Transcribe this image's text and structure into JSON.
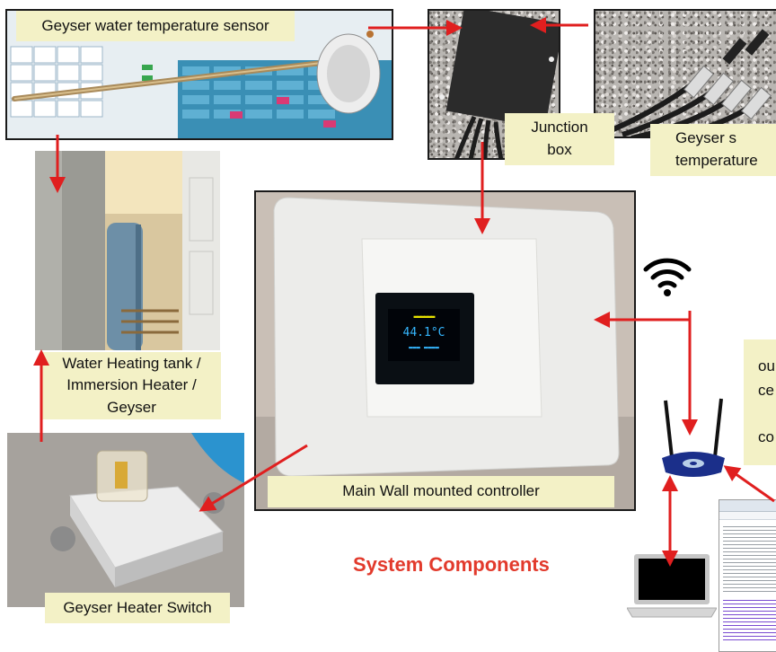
{
  "labels": {
    "sensor": "Geyser water temperature sensor",
    "junction": "Junction\nbox",
    "sensors_right": "Geyser s\ntemperature",
    "tank": "Water Heating tank /\nImmersion Heater /\nGeyser",
    "controller": "Main Wall mounted controller",
    "switch": "Geyser Heater Switch",
    "side_note": "ou\nce\n\nco"
  },
  "title": "System Components",
  "oled": {
    "top_line": "▬▬▬▬▬▬",
    "temperature": "44.1°C",
    "bottom_line": "▬▬▬ ▬▬▬▬"
  },
  "colors": {
    "arrow": "#e01f1f",
    "label_bg": "#f3f1c6",
    "title": "#e23a2c"
  },
  "icons": [
    "wifi-icon",
    "router-icon",
    "laptop-icon"
  ]
}
